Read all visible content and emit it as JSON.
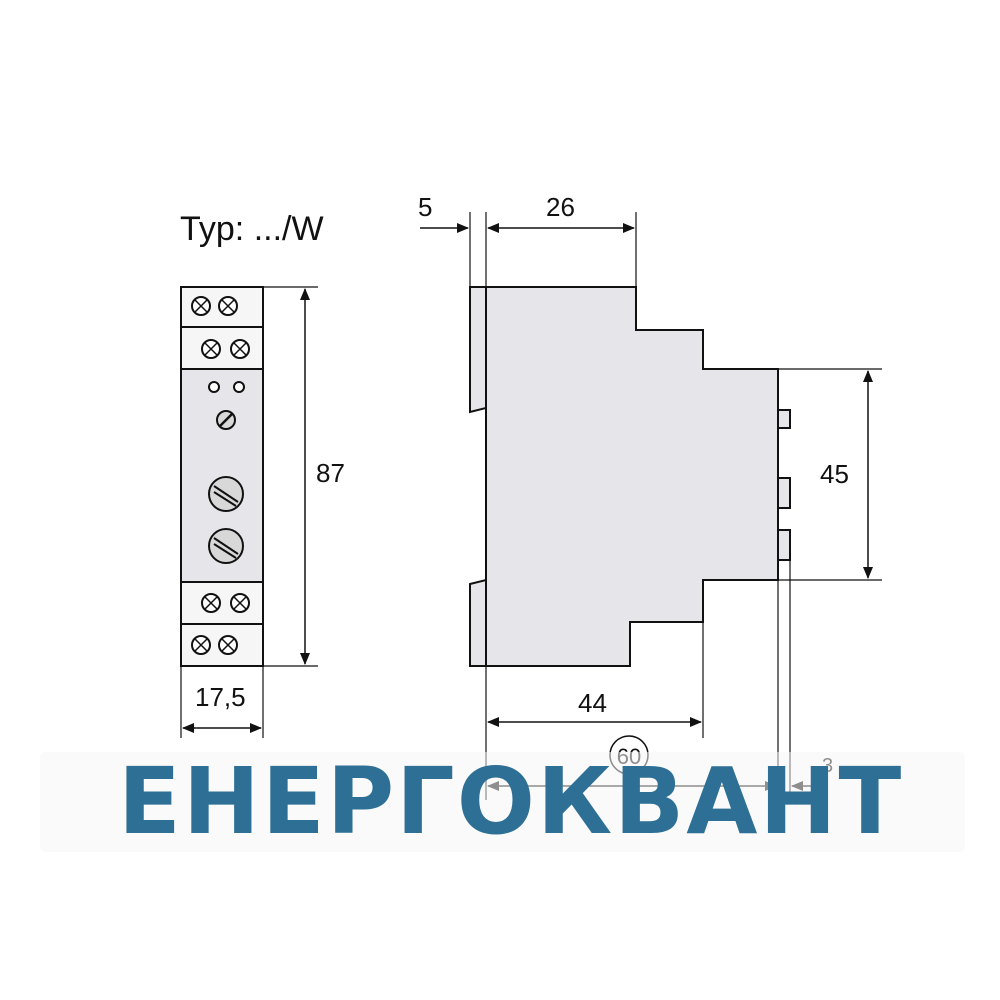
{
  "title": "Typ: .../W",
  "dimensions": {
    "front_height": "87",
    "front_width": "17,5",
    "side_offset": "5",
    "side_top_step": "26",
    "side_height_terminal": "45",
    "side_bottom_step": "44",
    "total_depth": "60",
    "terminal_depth": "3"
  },
  "watermark": {
    "brand": "ЕНЕРГОКВАНТ",
    "color": "#2d6f95"
  },
  "colors": {
    "body_fill": "#e6e6ea",
    "terminal_fill": "#f6f6f6",
    "line": "#111111"
  }
}
